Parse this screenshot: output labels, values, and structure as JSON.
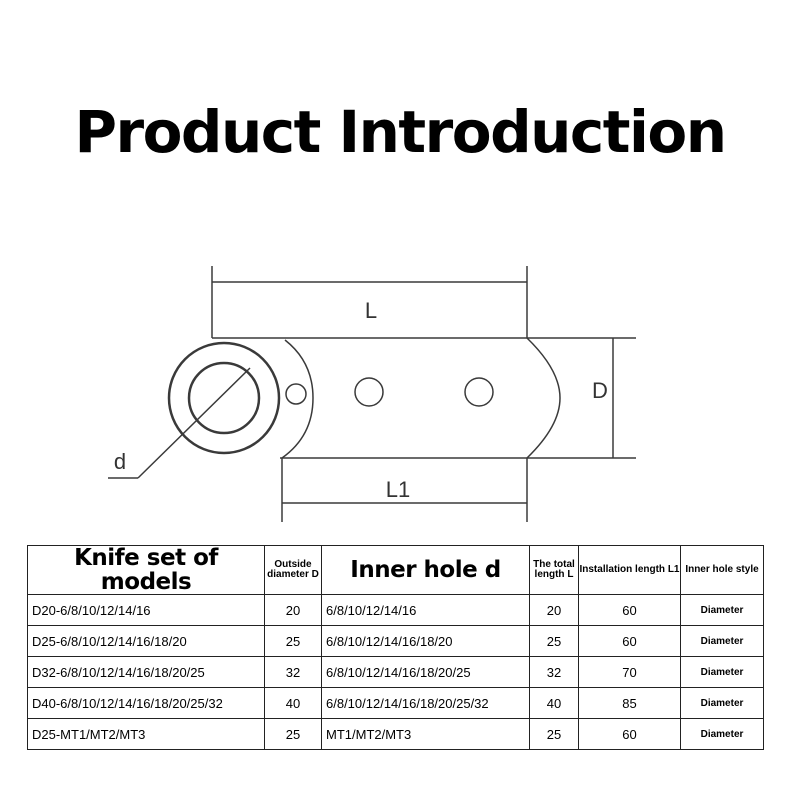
{
  "title": "Product Introduction",
  "diagram": {
    "label_L": "L",
    "label_D": "D",
    "label_d": "d",
    "label_L1": "L1"
  },
  "table": {
    "headers": [
      "Knife set of models",
      "Outside diameter D",
      "Inner hole d",
      "The total length L",
      "Installation length L1",
      "Inner hole style"
    ],
    "rows": [
      {
        "model": "D20-6/8/10/12/14/16",
        "D": "20",
        "d": "6/8/10/12/14/16",
        "L": "20",
        "L1": "60",
        "style": "Diameter"
      },
      {
        "model": "D25-6/8/10/12/14/16/18/20",
        "D": "25",
        "d": "6/8/10/12/14/16/18/20",
        "L": "25",
        "L1": "60",
        "style": "Diameter"
      },
      {
        "model": "D32-6/8/10/12/14/16/18/20/25",
        "D": "32",
        "d": "6/8/10/12/14/16/18/20/25",
        "L": "32",
        "L1": "70",
        "style": "Diameter"
      },
      {
        "model": "D40-6/8/10/12/14/16/18/20/25/32",
        "D": "40",
        "d": "6/8/10/12/14/16/18/20/25/32",
        "L": "40",
        "L1": "85",
        "style": "Diameter"
      },
      {
        "model": "D25-MT1/MT2/MT3",
        "D": "25",
        "d": "MT1/MT2/MT3",
        "L": "25",
        "L1": "60",
        "style": "Diameter"
      }
    ]
  }
}
